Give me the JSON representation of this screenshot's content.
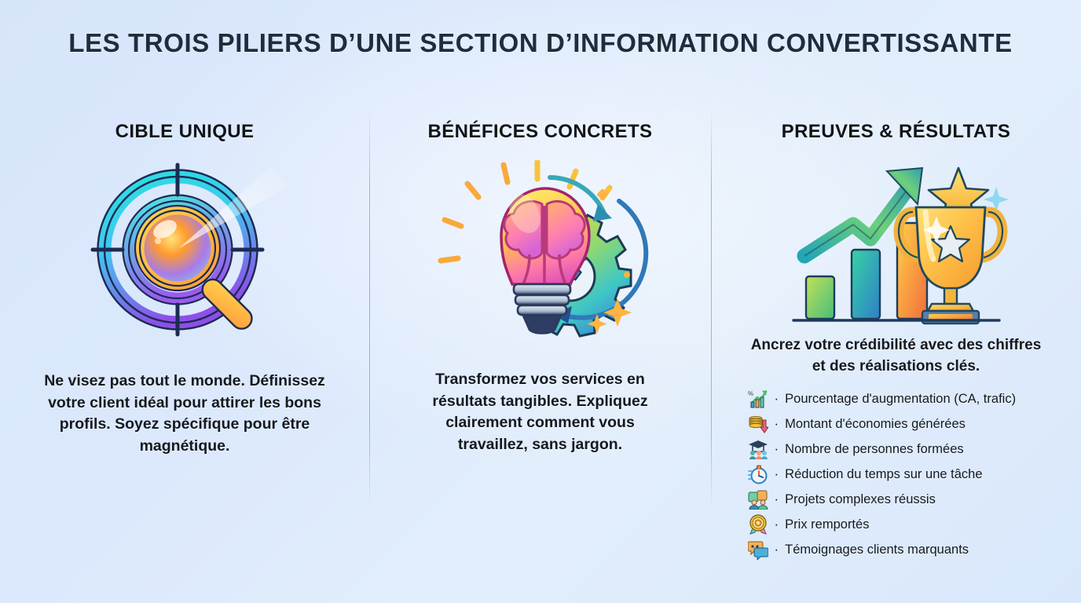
{
  "title": "LES TROIS PILIERS D’UNE SECTION D’INFORMATION CONVERTISSANTE",
  "theme": {
    "background_top_left": "#d7e5fb",
    "background_bottom_right": "#d9e7fb",
    "title_color": "#1e2d3d",
    "text_color": "#15191f",
    "divider_color": "#7ea3d1"
  },
  "columns": [
    {
      "heading": "CIBLE UNIQUE",
      "icon": "target-magnifier-icon",
      "body": "Ne visez pas tout le monde. Définissez votre client idéal pour attirer les bons profils. Soyez spécifique pour être magnétique."
    },
    {
      "heading": "BÉNÉFICES CONCRETS",
      "icon": "lightbulb-brain-gears-icon",
      "body": "Transformez vos services en résultats tangibles. Expliquez clairement comment vous travaillez, sans jargon."
    },
    {
      "heading": "PREUVES & RÉSULTATS",
      "icon": "growth-chart-trophy-icon",
      "body": "Ancrez votre crédibilité avec des chiffres et des réalisations clés.",
      "bullets": [
        {
          "icon": "chart-increasing-icon",
          "text": "Pourcentage d'augmentation (CA, trafic)"
        },
        {
          "icon": "money-savings-icon",
          "text": "Montant d'économies générées"
        },
        {
          "icon": "graduation-training-icon",
          "text": "Nombre de personnes formées"
        },
        {
          "icon": "stopwatch-icon",
          "text": "Réduction du temps sur une tâche"
        },
        {
          "icon": "puzzle-teamwork-icon",
          "text": "Projets complexes réussis"
        },
        {
          "icon": "award-medal-icon",
          "text": "Prix remportés"
        },
        {
          "icon": "speech-bubbles-icon",
          "text": "Témoignages clients marquants"
        }
      ]
    }
  ]
}
